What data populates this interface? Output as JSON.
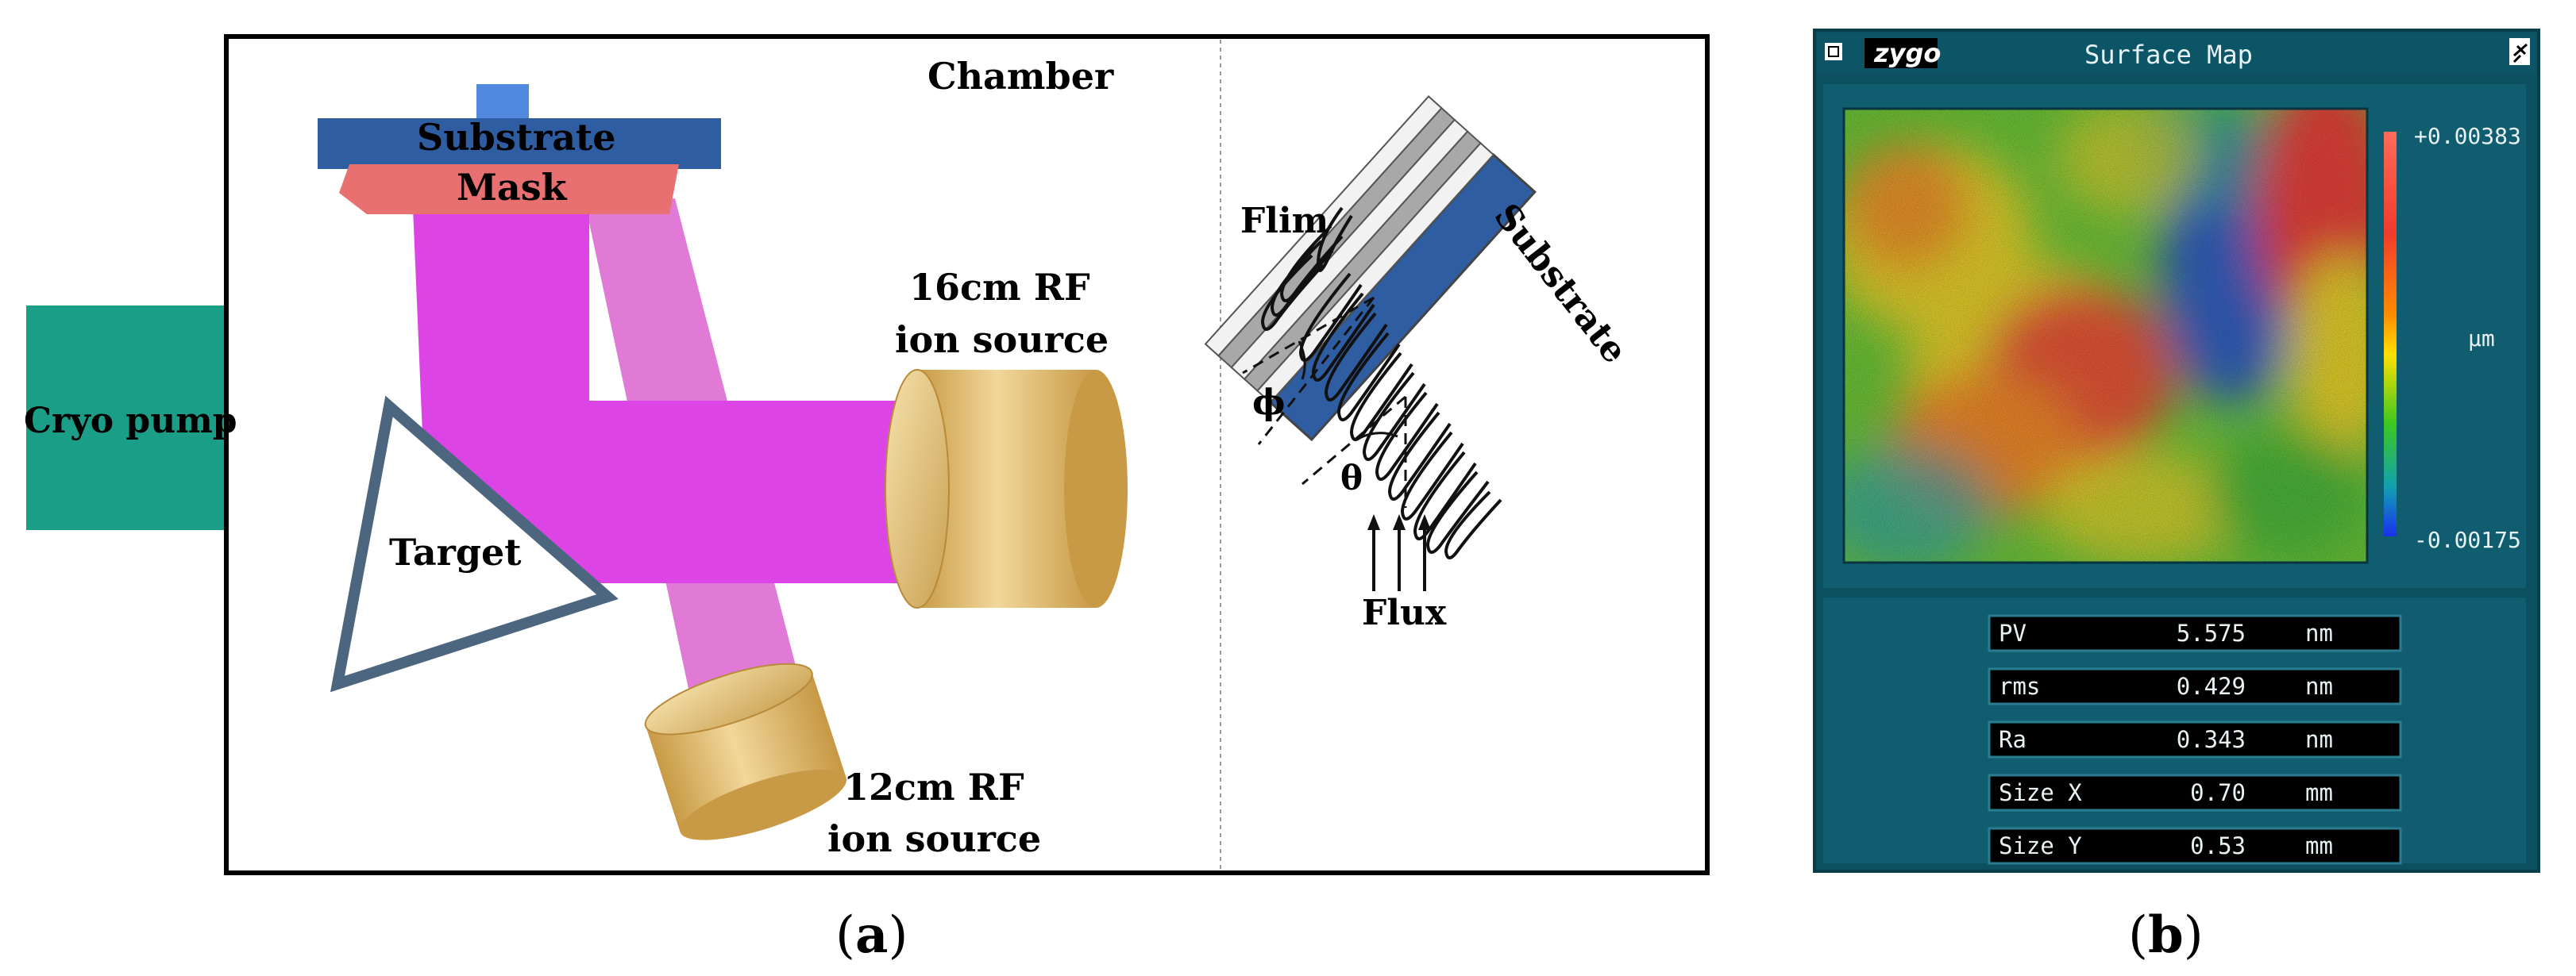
{
  "panel_a": {
    "chamber_label": "Chamber",
    "cryo_pump_label": "Cryo pump",
    "substrate_label": "Substrate",
    "mask_label": "Mask",
    "target_label": "Target",
    "source_16_line1": "16cm RF",
    "source_16_line2": "ion source",
    "source_12_line1": "12cm RF",
    "source_12_line2": "ion source",
    "inset_film_label": "Flim",
    "inset_substrate_label": "Substrate",
    "inset_phi_label": "ϕ",
    "inset_theta_label": "θ",
    "inset_flux_label": "Flux",
    "caption_open": "(",
    "caption_letter": "a",
    "caption_close": ")",
    "colors": {
      "beam": "#dd44e6",
      "beam_light": "#e07ad6",
      "substrate": "#2f5da2",
      "mask": "#e87070",
      "cryo": "#1a9e87",
      "target_outline": "#4d6680",
      "gold": "#cfa95a"
    }
  },
  "panel_b": {
    "window_title": "Surface Map",
    "logo_text": "zygo",
    "colorbar_max": "+0.00383",
    "colorbar_min": "-0.00175",
    "unit": "µm",
    "stats": [
      {
        "label": "PV",
        "value": "5.575",
        "unit": "nm"
      },
      {
        "label": "rms",
        "value": "0.429",
        "unit": "nm"
      },
      {
        "label": "Ra",
        "value": "0.343",
        "unit": "nm"
      },
      {
        "label": "Size X",
        "value": "0.70",
        "unit": "mm"
      },
      {
        "label": "Size Y",
        "value": "0.53",
        "unit": "mm"
      }
    ],
    "caption_open": "(",
    "caption_letter": "b",
    "caption_close": ")",
    "colors": {
      "frame": "#0c4f5f",
      "panel": "#0f5d6e",
      "map_red": "#e8423a",
      "map_green": "#52c234",
      "map_yellow": "#e6d22c",
      "map_blue": "#2a4fd8"
    }
  }
}
